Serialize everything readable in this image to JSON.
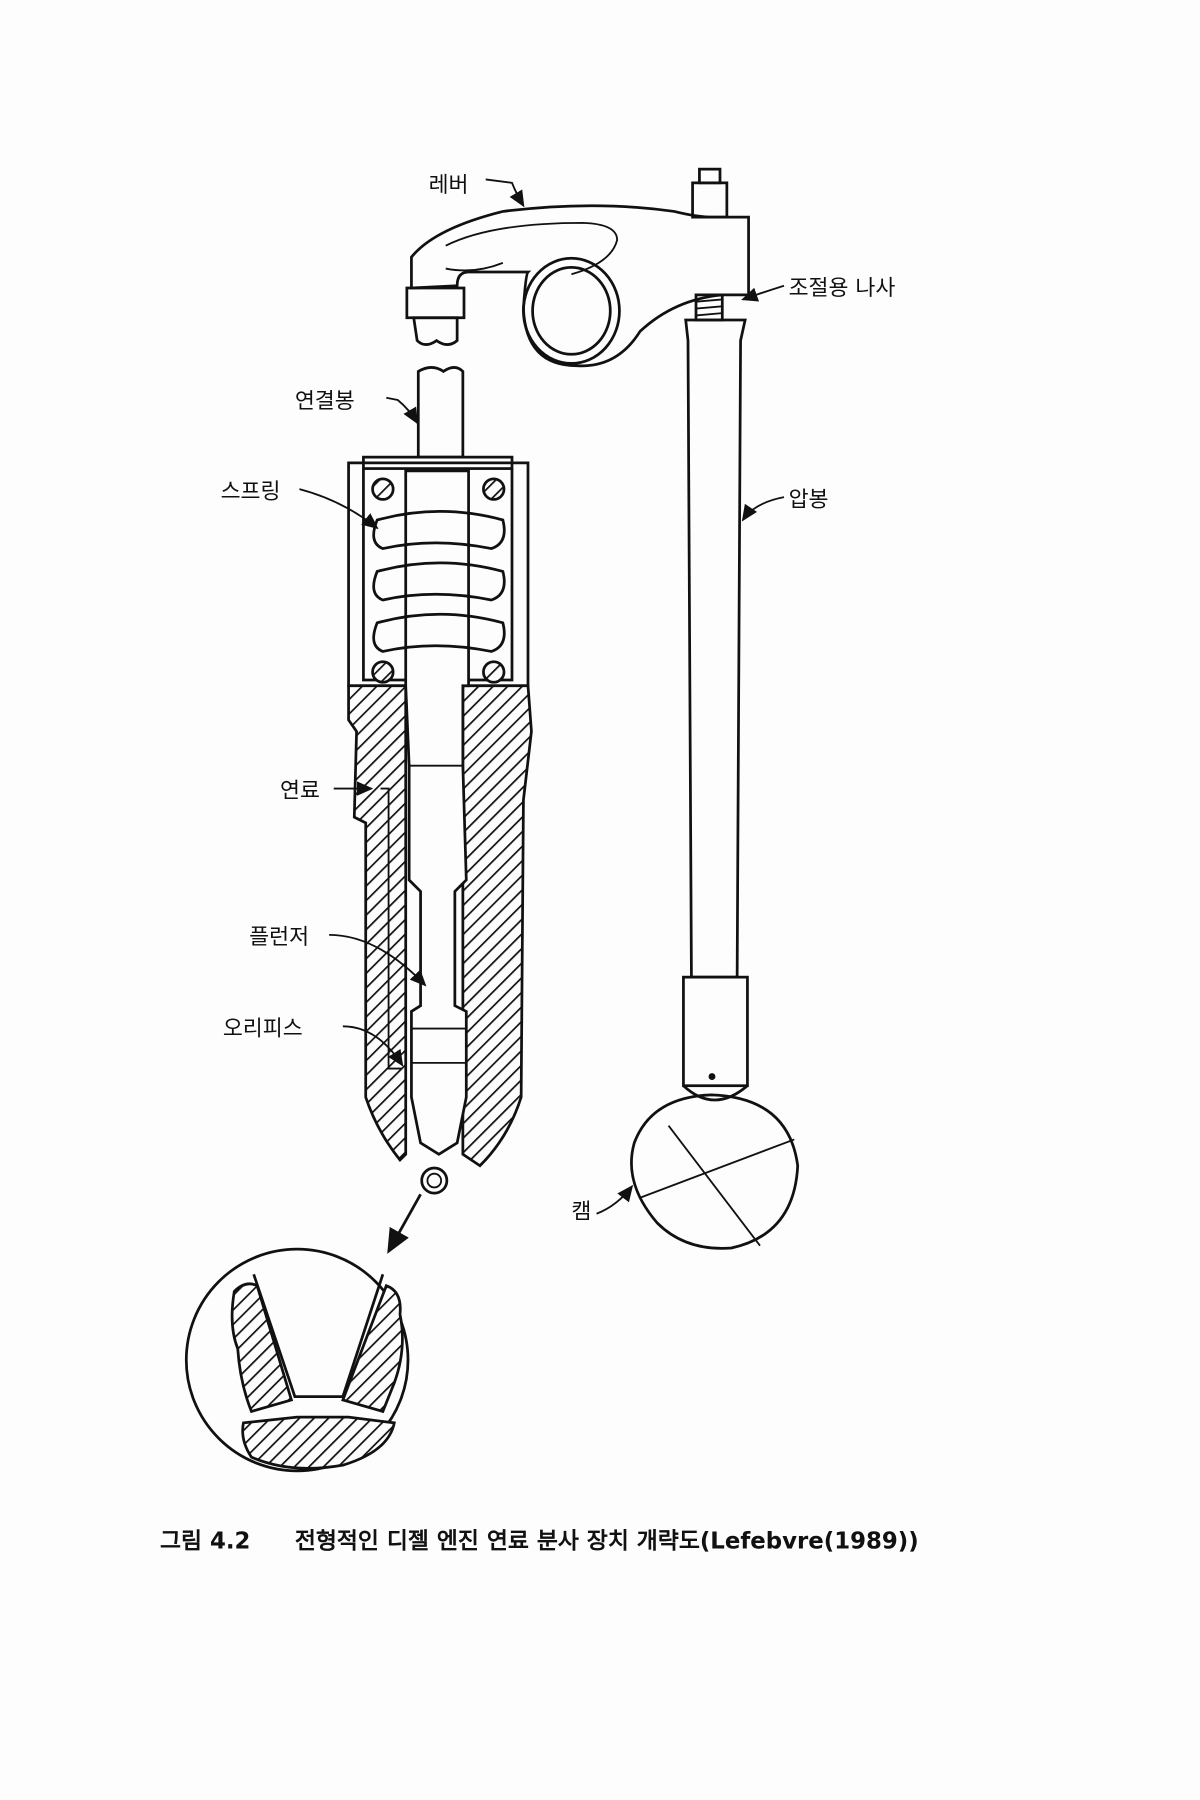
{
  "labels": {
    "lever": "레버",
    "adjusting_screw": "조절용 나사",
    "connecting_rod": "연결봉",
    "spring": "스프링",
    "push_rod": "압봉",
    "fuel": "연료",
    "plunger": "플런저",
    "orifice": "오리피스",
    "cam": "캠"
  },
  "caption": {
    "figure_number": "그림 4.2",
    "text": "전형적인 디젤 엔진 연료 분사 장치 개략도(Lefebvre(1989))"
  }
}
